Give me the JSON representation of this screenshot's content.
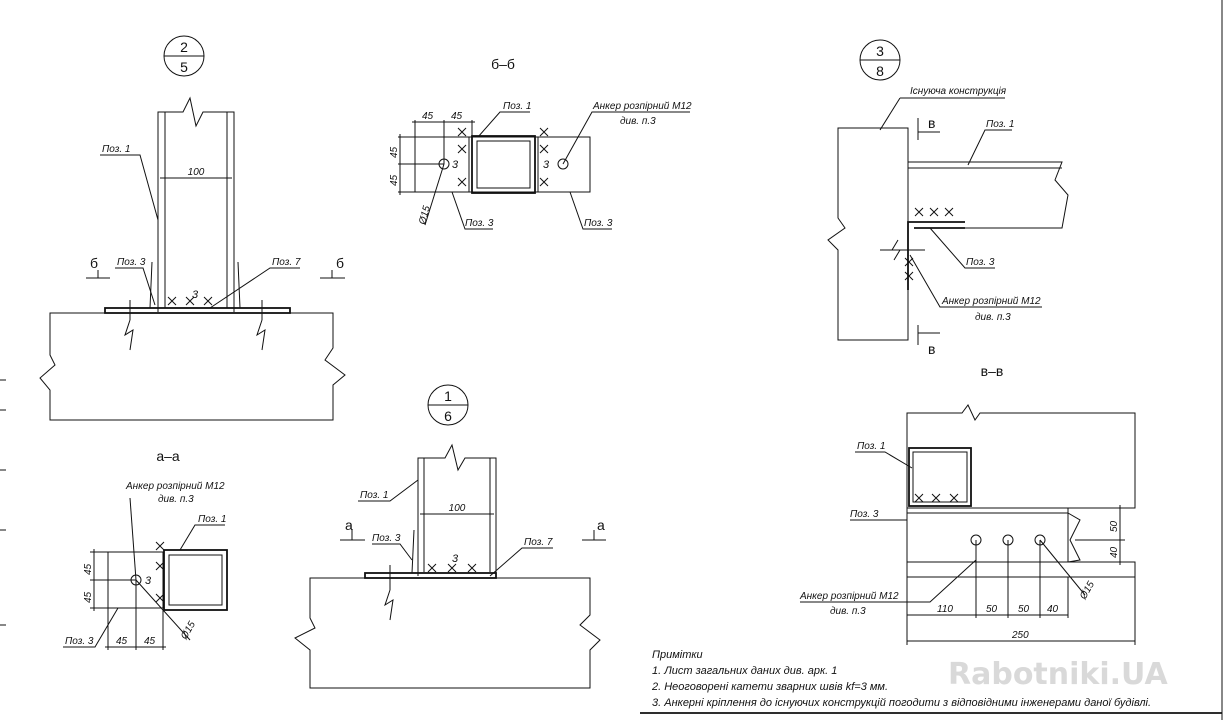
{
  "details": {
    "d25": {
      "num": "2",
      "den": "5",
      "pos1": "Поз. 1",
      "pos3": "Поз. 3",
      "pos7": "Поз. 7",
      "dim": "100",
      "weld": "3",
      "cut": "б"
    },
    "bb": {
      "title": "б–б",
      "pos1": "Поз. 1",
      "pos3a": "Поз. 3",
      "pos3b": "Поз. 3",
      "anchor": "Анкер розпірний М12",
      "anchor_ref": "див. п.3",
      "d1": "45",
      "d2": "45",
      "d3": "45",
      "d4": "45",
      "dia": "Ø15",
      "weld": "3"
    },
    "d38": {
      "num": "3",
      "den": "8",
      "existing": "Існуюча конструкція",
      "pos1": "Поз. 1",
      "pos3": "Поз. 3",
      "anchor": "Анкер розпірний М12",
      "anchor_ref": "див. п.3",
      "cut": "в"
    },
    "vv": {
      "title": "в–в",
      "pos1": "Поз. 1",
      "pos3": "Поз. 3",
      "anchor": "Анкер розпірний М12",
      "anchor_ref": "див. п.3",
      "d110": "110",
      "d50a": "50",
      "d50b": "50",
      "d40": "40",
      "d250": "250",
      "v50": "50",
      "v40": "40",
      "dia": "Ø15"
    },
    "aa": {
      "title": "а–а",
      "anchor": "Анкер розпірний М12",
      "anchor_ref": "див. п.3",
      "pos1": "Поз. 1",
      "pos3": "Поз. 3",
      "d1": "45",
      "d2": "45",
      "d3": "45",
      "d4": "45",
      "dia": "Ø15",
      "weld": "3"
    },
    "d16": {
      "num": "1",
      "den": "6",
      "pos1": "Поз. 1",
      "pos3": "Поз. 3",
      "pos7": "Поз. 7",
      "dim": "100",
      "weld": "3",
      "cut": "а"
    }
  },
  "notes": {
    "title": "Примітки",
    "items": [
      "1.   Лист загальних даних див. арк. 1",
      "2.   Неоговорені катети зварних швів kf=3 мм.",
      "3.   Анкерні кріплення до існуючих конструкцій погодити з відповідними інженерами даної будівлі."
    ]
  },
  "watermark": "Rabotniki.UA"
}
